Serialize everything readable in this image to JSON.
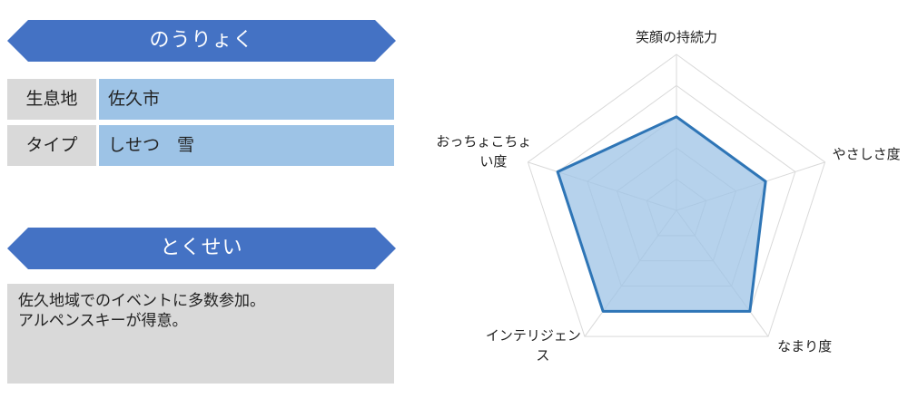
{
  "ability": {
    "title": "のうりょく",
    "rows": [
      {
        "label": "生息地",
        "value": "佐久市"
      },
      {
        "label": "タイプ",
        "value": "しせつ　雪"
      }
    ]
  },
  "trait": {
    "title": "とくせい",
    "lines": [
      "佐久地域でのイベントに多数参加。",
      "アルペンスキーが得意。"
    ]
  },
  "colors": {
    "banner": "#4472c4",
    "label_bg": "#d9d9d9",
    "value_bg": "#9dc3e6",
    "radar_line": "#2e75b6",
    "radar_fill": "#9dc3e6",
    "grid": "#d9d9d9"
  },
  "chart_data": {
    "type": "radar",
    "axes": [
      {
        "label": [
          "笑顔の持続力"
        ]
      },
      {
        "label": [
          "やさしさ度"
        ]
      },
      {
        "label": [
          "なまり度"
        ]
      },
      {
        "label": [
          "インテリジェン",
          "ス"
        ]
      },
      {
        "label": [
          "おっちょこちょ",
          "い度"
        ]
      }
    ],
    "values": [
      3,
      3,
      4,
      4,
      4
    ],
    "range": [
      0,
      5
    ],
    "grid_levels": 5,
    "legend": "none"
  }
}
